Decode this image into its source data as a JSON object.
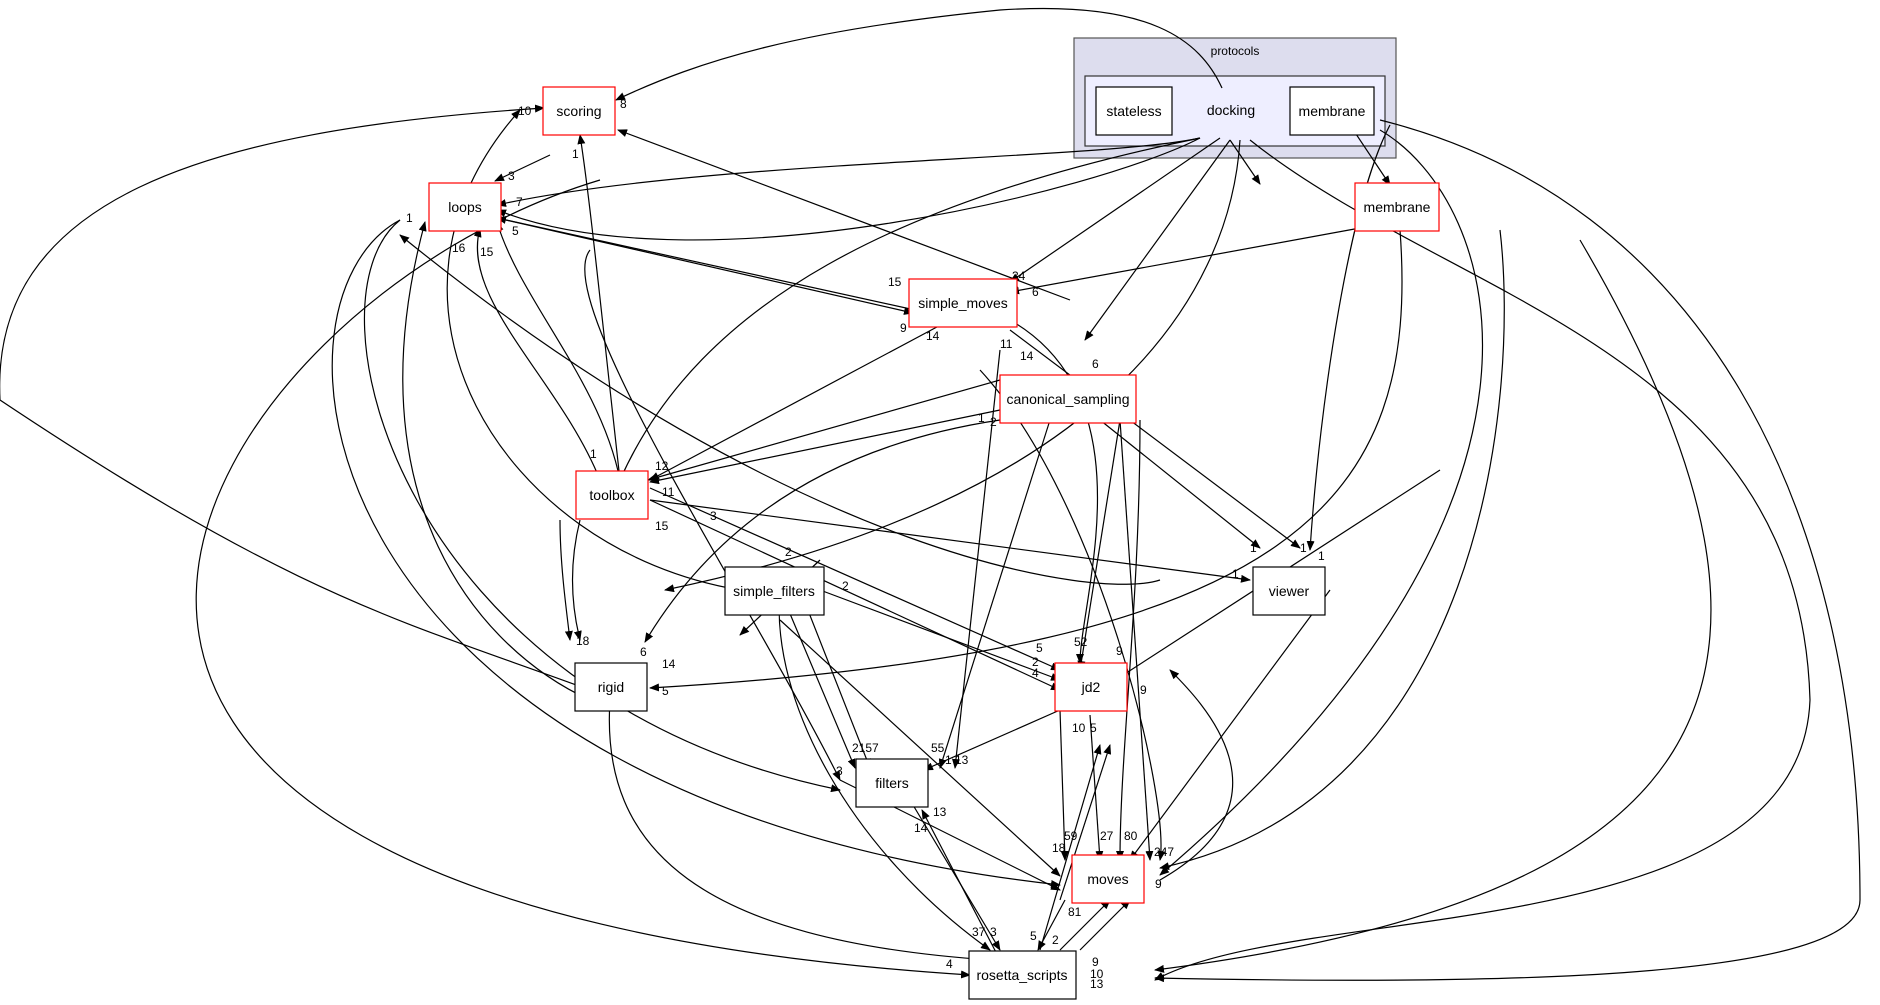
{
  "graph": {
    "cluster_outer": {
      "label": "protocols",
      "fill": "#ddddee"
    },
    "cluster_inner": {
      "label": "docking",
      "fill": "#eeeeff"
    },
    "colors": {
      "red_border": "#ff0000",
      "black_border": "#000000",
      "edge": "#000000"
    },
    "nodes": [
      {
        "id": "stateless",
        "label": "stateless",
        "style": "black"
      },
      {
        "id": "membrane_inner",
        "label": "membrane",
        "style": "black"
      },
      {
        "id": "scoring",
        "label": "scoring",
        "style": "red"
      },
      {
        "id": "loops",
        "label": "loops",
        "style": "red"
      },
      {
        "id": "membrane",
        "label": "membrane",
        "style": "red"
      },
      {
        "id": "simple_moves",
        "label": "simple_moves",
        "style": "red"
      },
      {
        "id": "canonical_sampling",
        "label": "canonical_sampling",
        "style": "red"
      },
      {
        "id": "toolbox",
        "label": "toolbox",
        "style": "red"
      },
      {
        "id": "simple_filters",
        "label": "simple_filters",
        "style": "black"
      },
      {
        "id": "viewer",
        "label": "viewer",
        "style": "black"
      },
      {
        "id": "rigid",
        "label": "rigid",
        "style": "black"
      },
      {
        "id": "jd2",
        "label": "jd2",
        "style": "red"
      },
      {
        "id": "filters",
        "label": "filters",
        "style": "black"
      },
      {
        "id": "moves",
        "label": "moves",
        "style": "red"
      },
      {
        "id": "rosetta_scripts",
        "label": "rosetta_scripts",
        "style": "black"
      }
    ],
    "edge_labels": [
      "8",
      "10",
      "1",
      "3",
      "7",
      "1",
      "5",
      "16",
      "15",
      "15",
      "34",
      "6",
      "9",
      "14",
      "11",
      "14",
      "6",
      "1",
      "2",
      "1",
      "12",
      "11",
      "15",
      "3",
      "2",
      "2",
      "1",
      "1",
      "1",
      "1",
      "18",
      "6",
      "14",
      "5",
      "5",
      "52",
      "9",
      "2",
      "4",
      "9",
      "2157",
      "55",
      "1",
      "13",
      "3",
      "14",
      "13",
      "59",
      "18",
      "27",
      "80",
      "247",
      "10",
      "5",
      "37",
      "3",
      "5",
      "2",
      "81",
      "9",
      "10",
      "13",
      "4",
      "9"
    ]
  }
}
